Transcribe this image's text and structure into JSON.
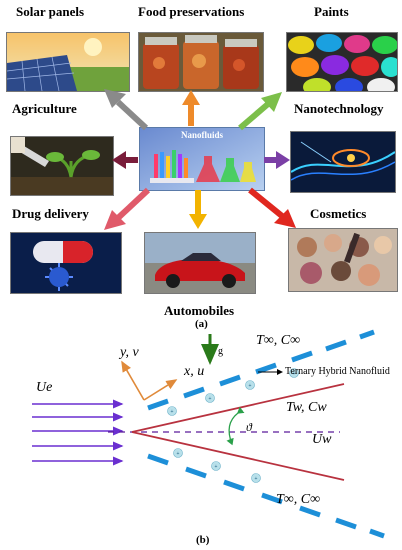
{
  "panel_a": {
    "center_label": "Nanofluids",
    "applications": {
      "solar": "Solar panels",
      "food": "Food preservations",
      "paints": "Paints",
      "agriculture": "Agriculture",
      "nano": "Nanotechnology",
      "drug": "Drug delivery",
      "cosmetics": "Cosmetics",
      "auto": "Automobiles"
    },
    "caption": "(a)"
  },
  "panel_b": {
    "labels": {
      "y_v": "y, v",
      "x_u": "x, u",
      "g": "g",
      "t_inf_top": "T∞, C∞",
      "t_inf_bottom": "T∞, C∞",
      "ternary": "Ternary Hybrid Nanofluid",
      "tw_cw": "Tw, Cw",
      "ue": "Ue",
      "uw": "Uw",
      "theta": "ϑ"
    },
    "caption": "(b)"
  },
  "colors": {
    "arrow_gray": "#8a8a8a",
    "arrow_orange": "#ee8a2a",
    "arrow_green": "#7cbf4a",
    "arrow_maroon": "#7a1d3a",
    "arrow_purple": "#7b3fa6",
    "arrow_pink": "#e05a6a",
    "arrow_yellow": "#f2b300",
    "arrow_red": "#e0271f",
    "streamline_purple": "#6a2fd0",
    "boundary_blue": "#1d8fd8",
    "wedge_red": "#b8323f",
    "axis_orange": "#e08a3a",
    "gravity_green": "#2a7a1a"
  }
}
